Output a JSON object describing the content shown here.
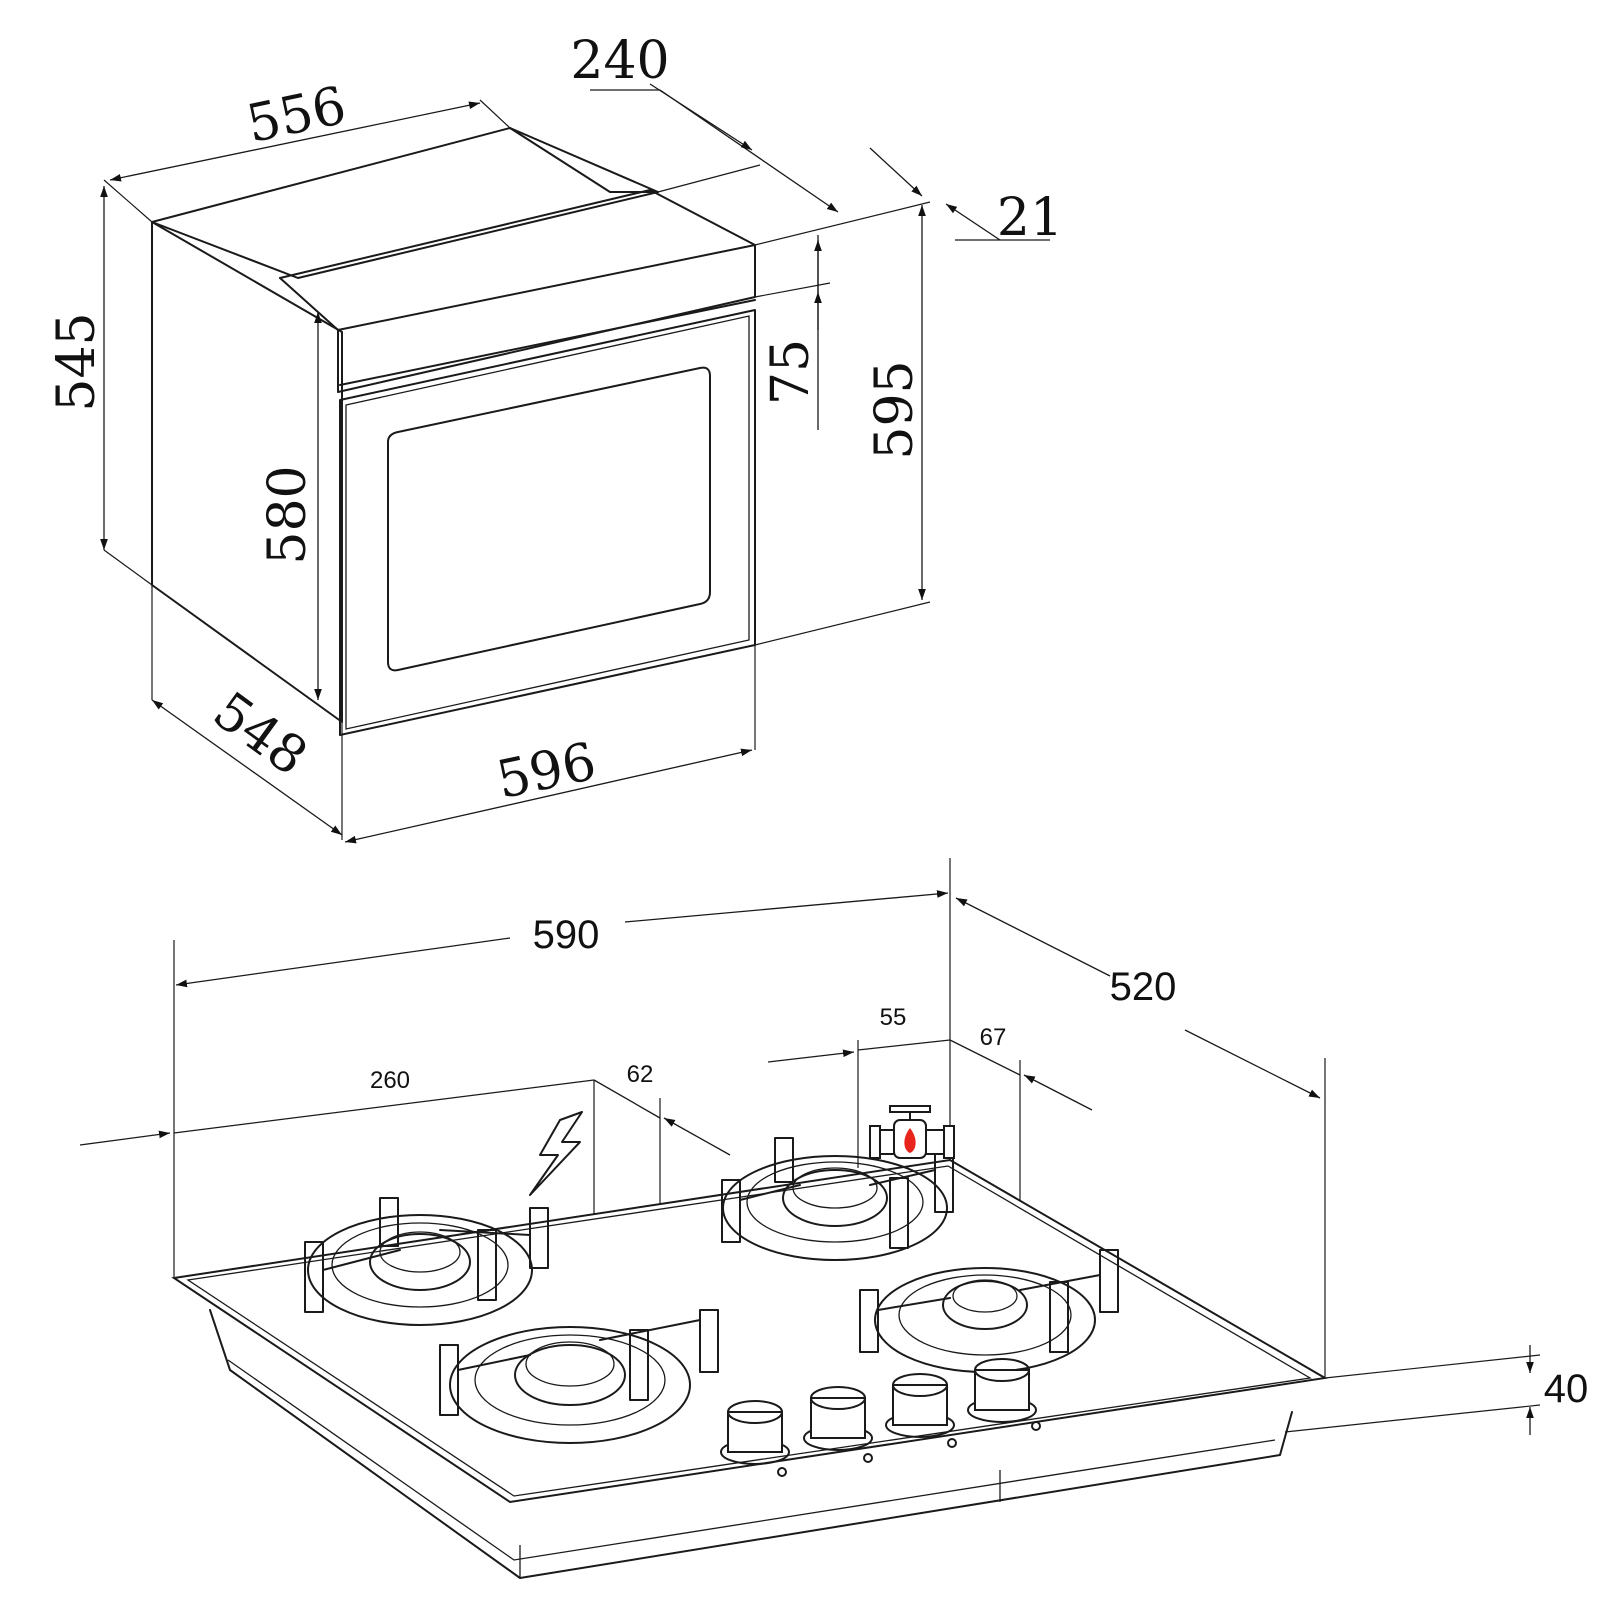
{
  "oven": {
    "dimensions": {
      "width_top": "556",
      "depth_cavity": "240",
      "front_thickness": "21",
      "height_body": "545",
      "panel_height": "75",
      "overall_height": "595",
      "door_height": "580",
      "depth_side": "548",
      "front_width": "596"
    }
  },
  "hob": {
    "dimensions": {
      "width": "590",
      "depth": "520",
      "electric_offset": "260",
      "electric_gap": "62",
      "gas_offset": "55",
      "gas_gap": "67",
      "thickness": "40"
    },
    "icons": {
      "electric": "lightning-bolt-icon",
      "gas": "gas-valve-icon"
    },
    "colors": {
      "flame": "#e8241c"
    }
  }
}
